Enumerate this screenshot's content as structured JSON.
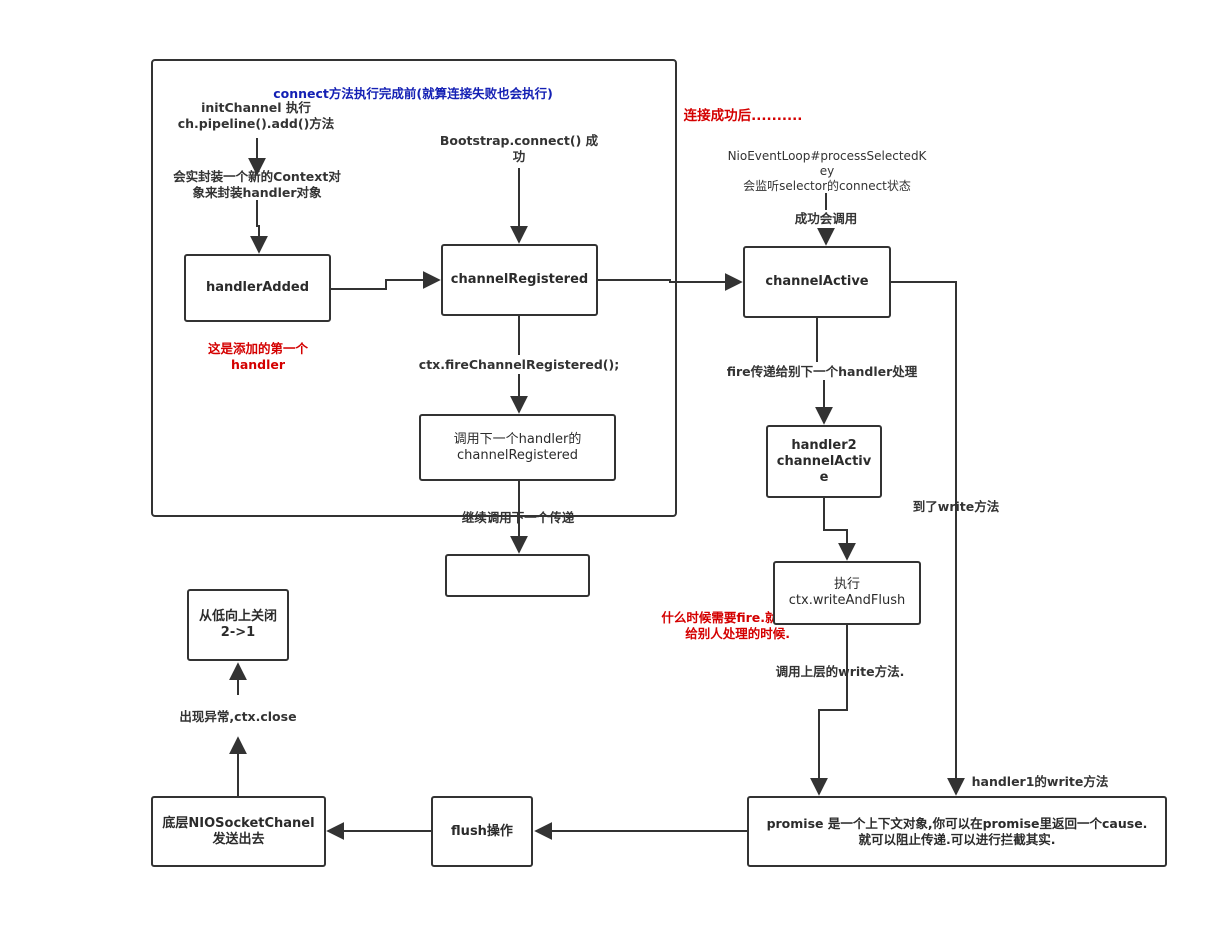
{
  "diagram": {
    "top_note": "connect方法执行完成前(就算连接失败也会执行)",
    "after_success_note": "连接成功后..........",
    "init_channel_label": "initChannel 执行\nch.pipeline().add()方法",
    "context_label": "会实封装一个新的Context对\n象来封装handler对象",
    "bootstrap_label": "Bootstrap.connect() 成\n功",
    "first_handler_note": "这是添加的第一个\nhandler",
    "fire_registered_label": "ctx.fireChannelRegistered();",
    "continue_label": "继续调用下一个传递",
    "process_key_label": "NioEventLoop#processSelectedK\ney\n会监听selector的connect状态",
    "success_call_label": "成功会调用",
    "fire_pass_label": "fire传递给别下一个handler处理",
    "to_write_label": "到了write方法",
    "when_fire_note": "什么时候需要fire.就是\n给别人处理的时候.",
    "call_upper_write_label": "调用上层的write方法.",
    "handler1_write_label": "handler1的write方法",
    "exception_label": "出现异常,ctx.close"
  },
  "boxes": {
    "handler_added": "handlerAdded",
    "channel_registered": "channelRegistered",
    "call_next_handler": "调用下一个handler的\nchannelRegistered",
    "empty_box": "",
    "channel_active": "channelActive",
    "handler2_active": "handler2\nchannelActiv\ne",
    "write_and_flush": "执行\nctx.writeAndFlush",
    "promise": "promise 是一个上下文对象,你可以在promise里返回一个cause.\n就可以阻止传递.可以进行拦截其实.",
    "flush": "flush操作",
    "nio_socket": "底层NIOSocketChanel\n发送出去",
    "close_box": "从低向上关闭\n2->1"
  },
  "colors": {
    "line": "#333333",
    "note_red": "#d40000",
    "note_blue": "#1420b4"
  }
}
